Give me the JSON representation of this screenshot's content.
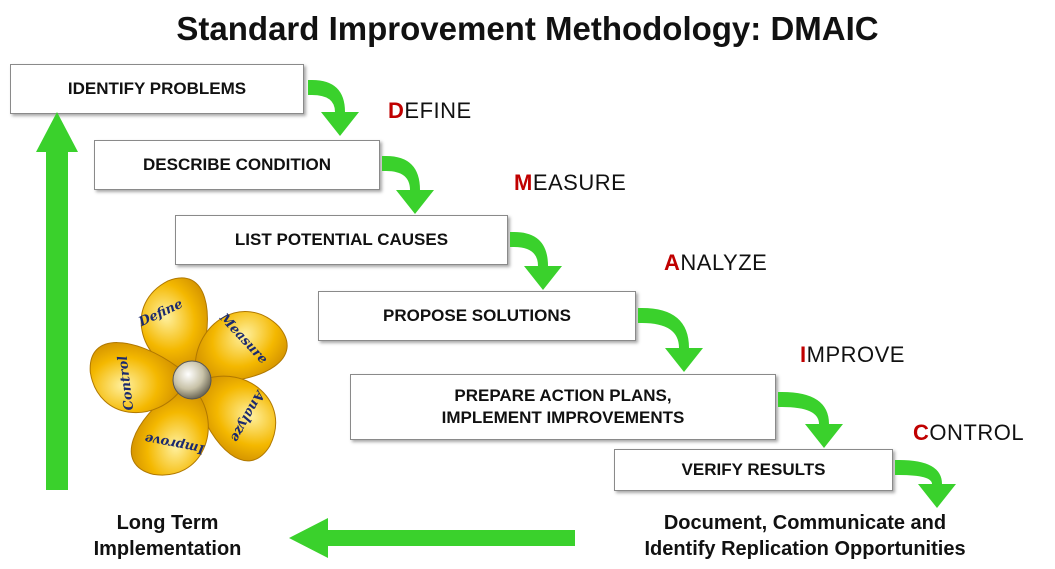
{
  "title": "Standard Improvement Methodology: DMAIC",
  "steps": [
    {
      "label": "IDENTIFY PROBLEMS"
    },
    {
      "label": "DESCRIBE CONDITION"
    },
    {
      "label": "LIST POTENTIAL CAUSES"
    },
    {
      "label": "PROPOSE SOLUTIONS"
    },
    {
      "label_line1": "PREPARE ACTION PLANS,",
      "label_line2": "IMPLEMENT IMPROVEMENTS"
    },
    {
      "label": "VERIFY RESULTS"
    }
  ],
  "phases": [
    {
      "initial": "D",
      "rest": "EFINE"
    },
    {
      "initial": "M",
      "rest": "EASURE"
    },
    {
      "initial": "A",
      "rest": "NALYZE"
    },
    {
      "initial": "I",
      "rest": "MPROVE"
    },
    {
      "initial": "C",
      "rest": "ONTROL"
    }
  ],
  "footer": {
    "left_line1": "Long Term",
    "left_line2": "Implementation",
    "right_line1": "Document, Communicate and",
    "right_line2": "Identify Replication Opportunities"
  },
  "propeller": {
    "blades": [
      "Define",
      "Measure",
      "Analyze",
      "Improve",
      "Control"
    ]
  },
  "colors": {
    "arrow": "#3ad12c",
    "phase_initial": "#c00000",
    "propeller_blade": "#f4b800",
    "propeller_hub": "#c8c2a8"
  }
}
